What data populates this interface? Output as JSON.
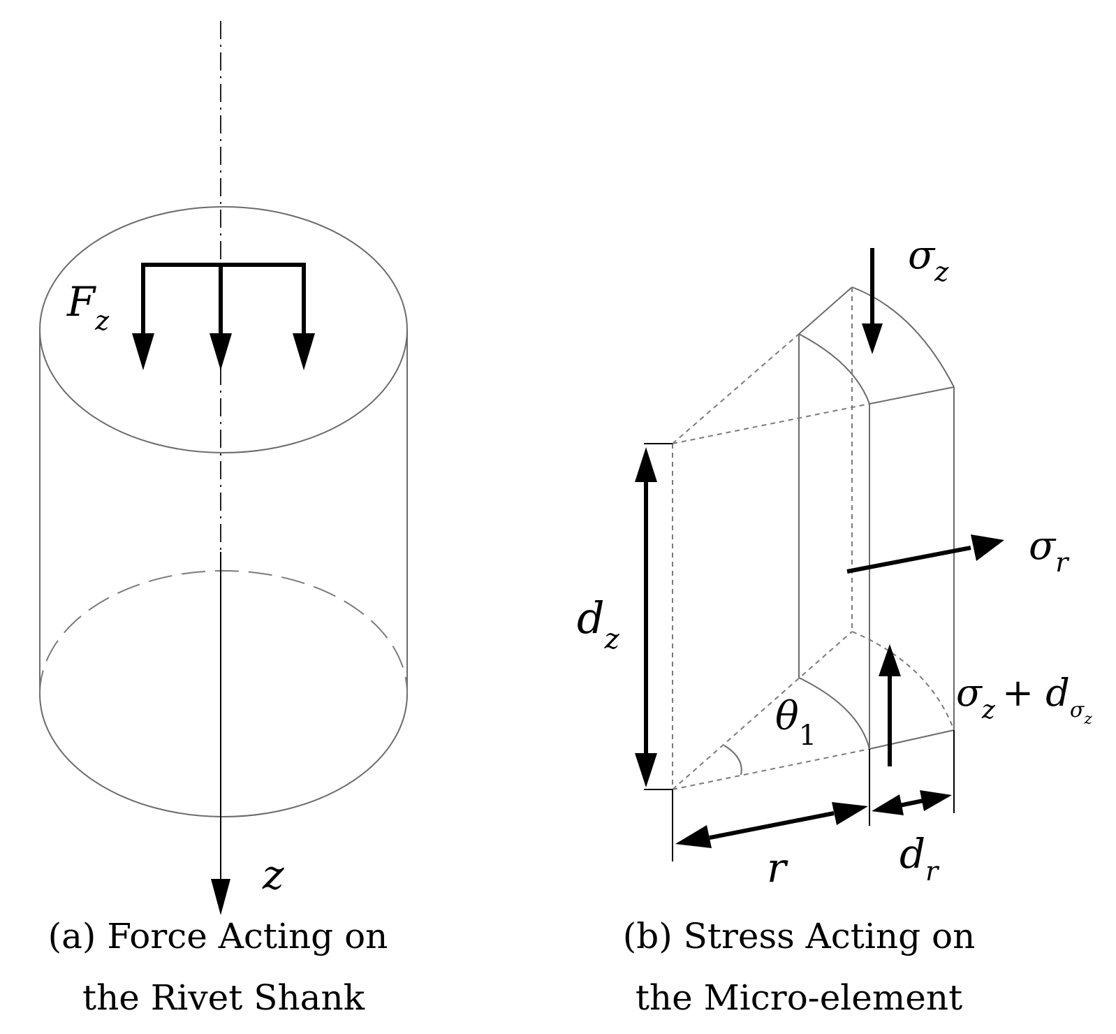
{
  "panel_a": {
    "caption_line1": "(a) Force Acting on",
    "caption_line2": "the Rivet Shank",
    "force_label": "F",
    "force_sub": "z",
    "axis_label": "z"
  },
  "panel_b": {
    "caption_line1": "(b) Stress Acting on",
    "caption_line2": "the Micro-element",
    "sigma_z": "σ",
    "sigma_z_sub": "z",
    "sigma_r": "σ",
    "sigma_r_sub": "r",
    "sigma_z_d_main": "σ",
    "sigma_z_d_sub1": "z",
    "sigma_z_d_plus": "+ d",
    "sigma_z_d_sub2": "σ",
    "sigma_z_d_sub3": "z",
    "dz": "d",
    "dz_sub": "z",
    "theta": "θ",
    "theta_sub": "1",
    "r": "r",
    "dr": "d",
    "dr_sub": "r"
  }
}
